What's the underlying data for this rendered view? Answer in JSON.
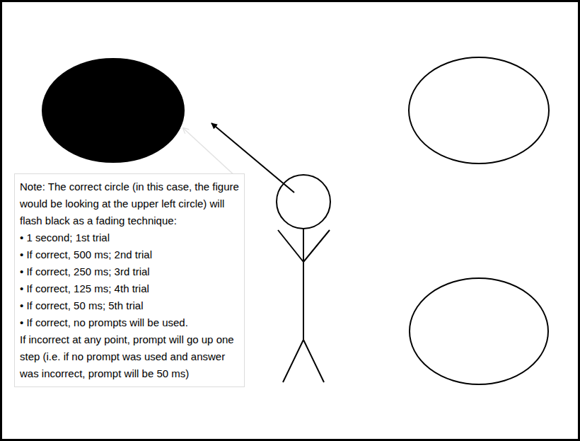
{
  "diagram": {
    "nodes": [
      {
        "text": [
          "Note: The correct circle (in this case, the figure would be looking at the upper left circle) will flash black as a fading technique:",
          "• 1 second; 1st trial",
          "• If correct, 500 ms; 2nd trial",
          "• If correct, 250 ms; 3rd trial",
          "• If correct, 125 ms; 4th trial",
          "• If correct, 50 ms; 5th trial",
          "• If correct, no prompts will be used.",
          "If incorrect at any point, prompt will go up one step (i.e. if no prompt was used and answer was incorrect, prompt will be 50 ms)"
        ]
      }
    ]
  }
}
